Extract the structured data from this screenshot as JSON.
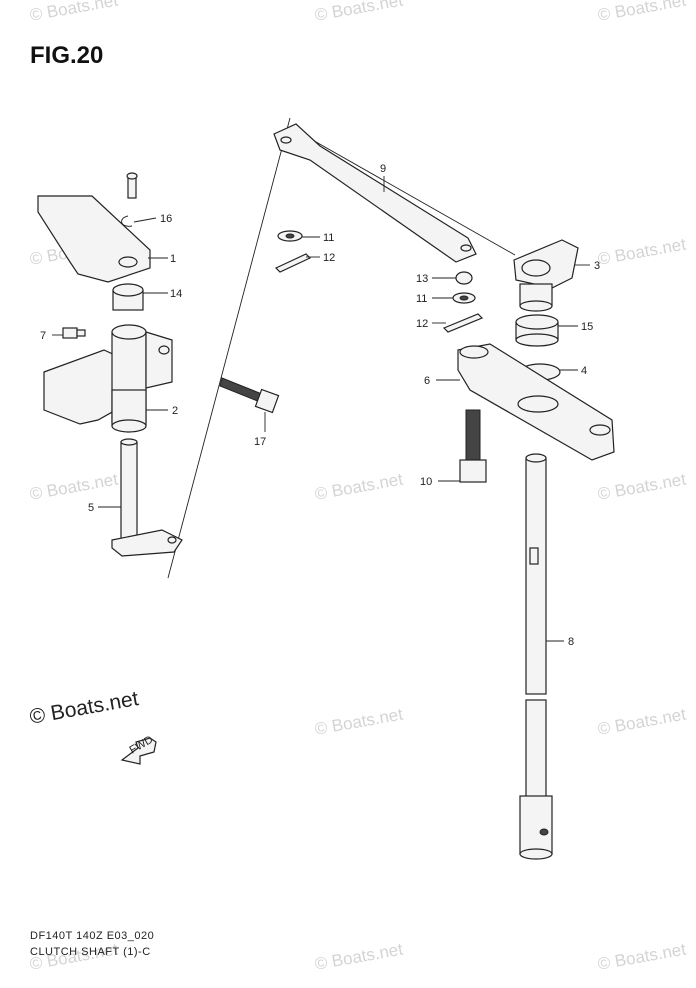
{
  "title": "FIG.20",
  "footer": {
    "model": "DF140T 140Z E03_020",
    "section": "CLUTCH SHAFT (1)-C"
  },
  "copyright_main": "© Boats.net",
  "watermark_text": "© Boats.net",
  "fwd_label": "FWD",
  "callouts": {
    "p1": "1",
    "p2": "2",
    "p3": "3",
    "p4": "4",
    "p5": "5",
    "p6": "6",
    "p7": "7",
    "p8": "8",
    "p9": "9",
    "p10": "10",
    "p11a": "11",
    "p11b": "11",
    "p12a": "12",
    "p12b": "12",
    "p13": "13",
    "p14": "14",
    "p15a": "15",
    "p16": "16",
    "p17": "17"
  },
  "colors": {
    "line": "#222222",
    "watermark": "#d4d4d4",
    "background": "#ffffff"
  }
}
